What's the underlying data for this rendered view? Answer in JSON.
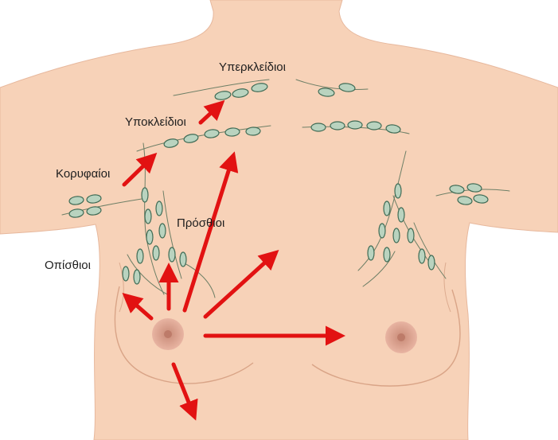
{
  "labels": {
    "supraclavicular": "Υπερκλείδιοι",
    "infraclavicular": "Υποκλείδιοι",
    "apical": "Κορυφαίοι",
    "anterior": "Πρόσθιοι",
    "posterior": "Οπίσθιοι"
  },
  "colors": {
    "skin": "#f7d2b8",
    "skin_shadow": "#e8b79b",
    "outline": "#c9967a",
    "node_fill": "#b9d3bf",
    "node_stroke": "#3f6b55",
    "vessel": "#6d7f66",
    "arrow": "#e21212",
    "areola": "#d99e8b",
    "nipple": "#bd7b69"
  },
  "icons": {
    "arrows": "red-arrow-icon",
    "nodes": "lymph-node-icon"
  }
}
